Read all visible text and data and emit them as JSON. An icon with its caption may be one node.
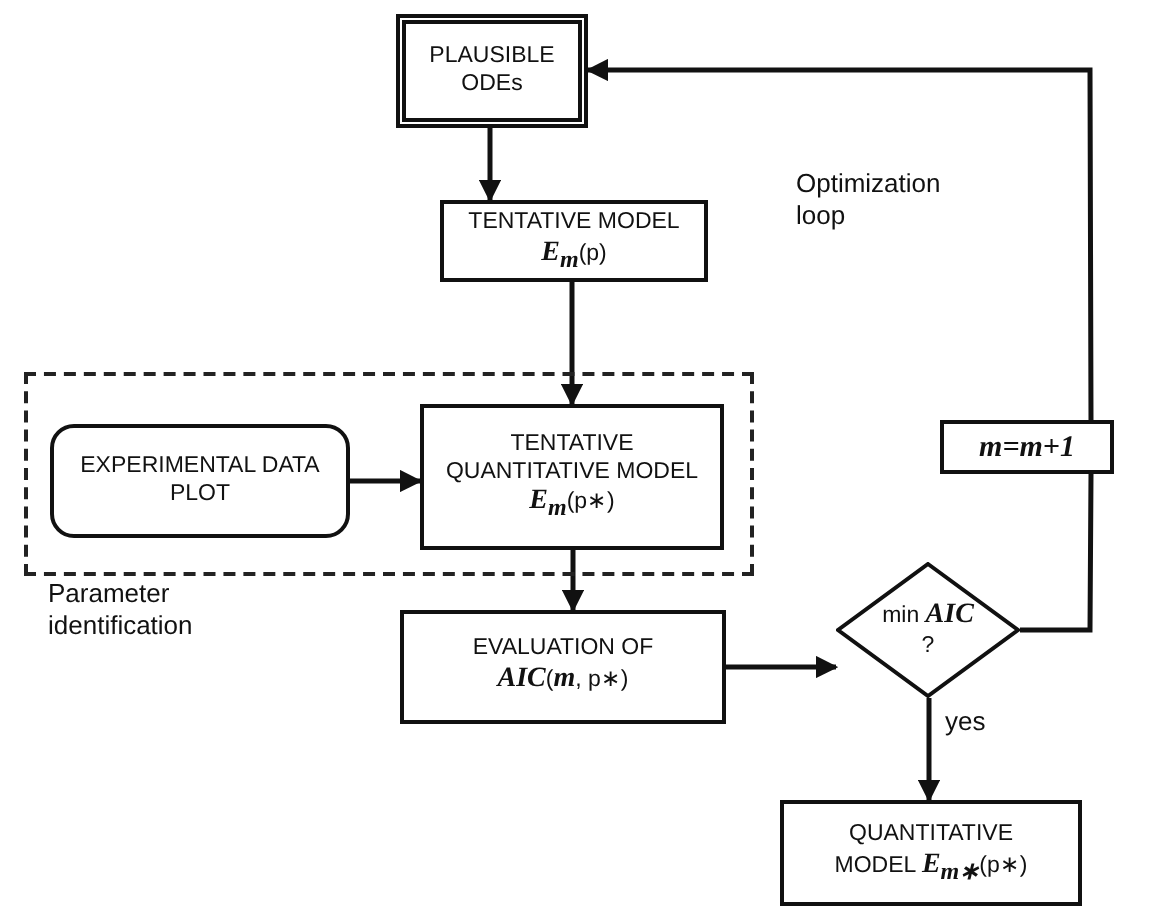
{
  "diagram": {
    "nodes": [
      {
        "text": [
          "PLAUSIBLE ODEs"
        ]
      },
      {
        "text": [
          "TENTATIVE MODEL *E*$_{m}$(p)"
        ]
      },
      {
        "text": [
          "Parameter identification"
        ]
      },
      {
        "text": [
          "EXPERIMENTAL DATA PLOT"
        ],
        "in": 2
      },
      {
        "text": [
          "TENTATIVE QUANTITATIVE MODEL *E*$_{m}$(p∗)"
        ],
        "in": 2
      },
      {
        "text": [
          "EVALUATION OF *AIC*(*m*, p∗)"
        ]
      },
      {
        "text": [
          "min *AIC* ?"
        ]
      },
      {
        "text": [
          "m=m+1"
        ]
      },
      {
        "text": [
          "QUANTITATIVE MODEL *E*$_{m∗}$(p∗)"
        ]
      }
    ],
    "edges": [
      {
        "from": 0,
        "to": 1,
        "arrow": "to"
      },
      {
        "from": 1,
        "to": 4,
        "arrow": "to"
      },
      {
        "from": 3,
        "to": 4,
        "arrow": "to"
      },
      {
        "from": 4,
        "to": 5,
        "arrow": "to"
      },
      {
        "from": 5,
        "to": 6,
        "arrow": "to"
      },
      {
        "from": 6,
        "to": 8,
        "arrow": "to",
        "label": "yes"
      },
      {
        "from": 6,
        "to": 7,
        "arrow": "none"
      },
      {
        "from": 7,
        "to": 0,
        "arrow": "to"
      }
    ],
    "labels": [
      "Optimization loop"
    ]
  }
}
